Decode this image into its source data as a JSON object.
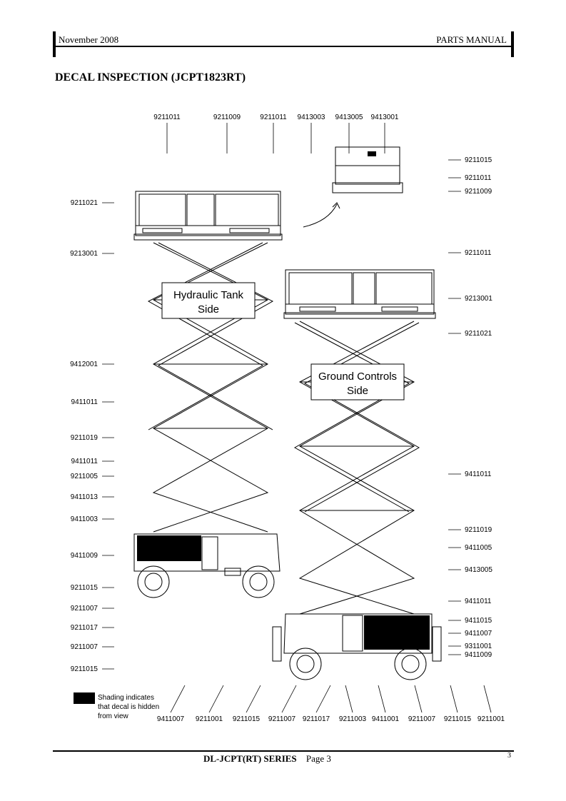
{
  "header": {
    "date": "November 2008",
    "doc_type": "PARTS MANUAL"
  },
  "title": "DECAL INSPECTION (JCPT1823RT)",
  "footer": {
    "series": "DL-JCPT(RT) SERIES",
    "page_label": "Page 3",
    "page_number": "3"
  },
  "diagram": {
    "top_labels": [
      "9211011",
      "9211009",
      "9211011",
      "9413003",
      "9413005",
      "9413001"
    ],
    "left_labels": [
      "9211021",
      "9213001",
      "9412001",
      "9411011",
      "9211019",
      "9411011",
      "9211005",
      "9411013",
      "9411003",
      "9411009",
      "9211015",
      "9211007",
      "9211017",
      "9211007",
      "9211015"
    ],
    "right_labels": [
      "9211015",
      "9211011",
      "9211009",
      "9211011",
      "9213001",
      "9211021",
      "9411011",
      "9211019",
      "9411005",
      "9413005",
      "9411011",
      "9411015",
      "9411007",
      "9311001",
      "9411009"
    ],
    "bottom_labels": [
      "9411007",
      "9211001",
      "9211015",
      "9211007",
      "9211017",
      "9211003",
      "9411001",
      "9211007",
      "9211015",
      "9211001"
    ],
    "side_hydraulic": [
      "Hydraulic Tank",
      "Side"
    ],
    "side_ground": [
      "Ground Controls",
      "Side"
    ],
    "legend": [
      "Shading indicates",
      "that decal is hidden",
      "from view"
    ]
  }
}
